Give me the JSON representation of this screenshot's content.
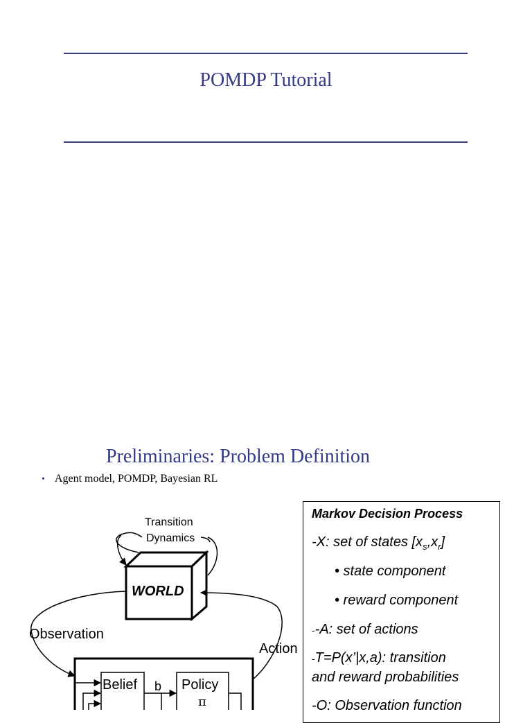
{
  "slide1": {
    "title": "POMDP Tutorial"
  },
  "slide2": {
    "title": "Preliminaries:  Problem Definition",
    "bullet": "Agent model, POMDP, Bayesian RL",
    "diagram": {
      "transition_line1": "Transition",
      "transition_line2": "Dynamics",
      "world": "WORLD",
      "observation": "Observation",
      "action": "Action",
      "belief": "Belief",
      "b": "b",
      "policy": "Policy",
      "pi": "π"
    },
    "mdp": {
      "heading": "Markov Decision Process",
      "x_def": "-X: set of states  [x",
      "x_sub_s": "s",
      "x_comma": ",x",
      "x_sub_r": "r",
      "x_close": "]",
      "state_component": "• state component",
      "reward_component": "• reward component",
      "a_def_prefix": "-",
      "a_def": "-A: set of actions",
      "t_prefix": "-",
      "t_def": "T=P(x’|x,a): transition",
      "t_def2": "and reward probabilities",
      "o_def": "-O: Observation function"
    }
  }
}
